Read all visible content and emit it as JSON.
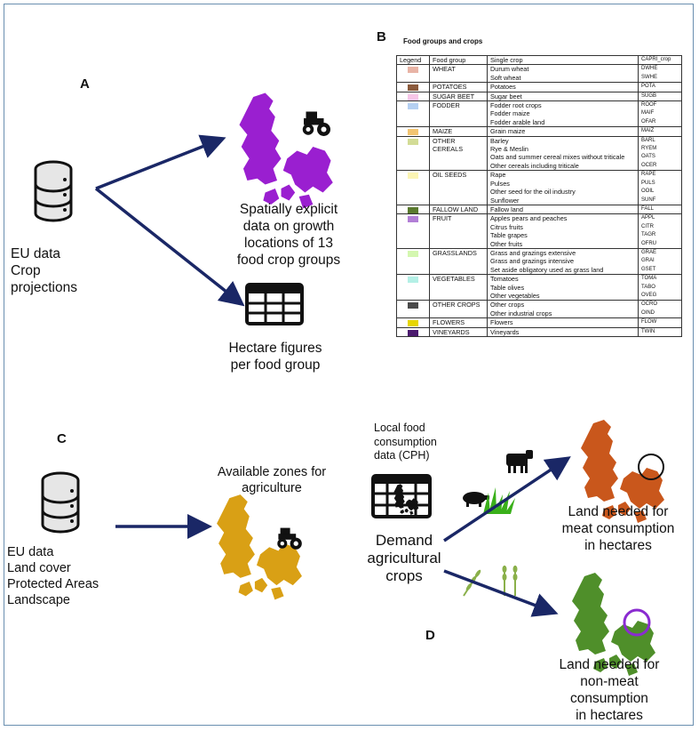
{
  "panels": {
    "a": "A",
    "b": "B",
    "c": "C",
    "d": "D"
  },
  "panel_a": {
    "eu_data_lines": [
      "EU data",
      "Crop",
      "projections"
    ],
    "spatial_lines": [
      "Spatially explicit",
      "data on growth",
      "locations of 13",
      "food crop groups"
    ],
    "hectare_lines": [
      "Hectare figures",
      "per food group"
    ]
  },
  "panel_b": {
    "title": "Food groups and crops",
    "headers": [
      "Legend",
      "Food group",
      "Single crop",
      "CAPRI_crop"
    ],
    "rows": [
      {
        "color": "#e8b4a6",
        "group": "WHEAT",
        "crops": [
          "Durum wheat",
          "Soft wheat"
        ],
        "codes": [
          "DWHE",
          "SWHE"
        ]
      },
      {
        "color": "#8b5a3c",
        "group": "POTATOES",
        "crops": [
          "Potatoes"
        ],
        "codes": [
          "POTA"
        ]
      },
      {
        "color": "#f7c6e8",
        "group": "SUGAR BEET",
        "crops": [
          "Sugar beet"
        ],
        "codes": [
          "SUGB"
        ]
      },
      {
        "color": "#b5d0f2",
        "group": "FODDER",
        "crops": [
          "Fodder root crops",
          "Fodder maize",
          "Fodder arable land"
        ],
        "codes": [
          "ROOF",
          "MAIF",
          "OFAR"
        ]
      },
      {
        "color": "#f2c572",
        "group": "MAIZE",
        "crops": [
          "Grain maize"
        ],
        "codes": [
          "MAIZ"
        ]
      },
      {
        "color": "#d3dc96",
        "group": "OTHER CEREALS",
        "crops": [
          "Barley",
          "Rye & Meslin",
          "Oats and summer cereal mixes without triticale",
          "Other cereals including triticale"
        ],
        "codes": [
          "BARL",
          "RYEM",
          "OATS",
          "OCER"
        ]
      },
      {
        "color": "#fbf5b4",
        "group": "OIL SEEDS",
        "crops": [
          "Rape",
          "Pulses",
          "Other seed for the oil industry",
          "Sunflower"
        ],
        "codes": [
          "RAPE",
          "PULS",
          "OOIL",
          "SUNF"
        ]
      },
      {
        "color": "#5a7a2e",
        "group": "FALLOW LAND",
        "crops": [
          "Fallow land"
        ],
        "codes": [
          "FALL"
        ]
      },
      {
        "color": "#b27fd6",
        "group": "FRUIT",
        "crops": [
          "Apples  pears and peaches",
          "Citrus fruits",
          "Table grapes",
          "Other fruits"
        ],
        "codes": [
          "APPL",
          "CITR",
          "TAGR",
          "OFRU"
        ]
      },
      {
        "color": "#d4f7b0",
        "group": "GRASSLANDS",
        "crops": [
          "Grass and grazings extensive",
          "Grass and grazings intensive",
          "Set aside obligatory used as grass land"
        ],
        "codes": [
          "GRAE",
          "GRAI",
          "GSET"
        ]
      },
      {
        "color": "#b4f0e6",
        "group": "VEGETABLES",
        "crops": [
          "Tomatoes",
          "Table olives",
          "Other vegetables"
        ],
        "codes": [
          "TOMA",
          "TABO",
          "OVEG"
        ]
      },
      {
        "color": "#4a4a4a",
        "group": "OTHER CROPS",
        "crops": [
          "Other crops",
          "Other industrial crops"
        ],
        "codes": [
          "OCRO",
          "OIND"
        ]
      },
      {
        "color": "#e6d600",
        "group": "FLOWERS",
        "crops": [
          "Flowers"
        ],
        "codes": [
          "FLOW"
        ]
      },
      {
        "color": "#4b1a6e",
        "group": "VINEYARDS",
        "crops": [
          "Vineyards"
        ],
        "codes": [
          "TWIN"
        ]
      }
    ]
  },
  "panel_c": {
    "eu_data_lines": [
      "EU data",
      "Land cover",
      "Protected Areas",
      "Landscape"
    ],
    "zones_lines": [
      "Available zones for",
      "agriculture"
    ]
  },
  "panel_d": {
    "local_lines": [
      "Local food",
      "consumption",
      "data (CPH)"
    ],
    "demand_lines": [
      "Demand",
      "agricultural",
      "crops"
    ],
    "meat_lines": [
      "Land needed for",
      "meat consumption",
      "in hectares"
    ],
    "nonmeat_lines": [
      "Land needed for",
      "non-meat",
      "consumption",
      "in hectares"
    ]
  },
  "colors": {
    "arrow": "#1a2766",
    "purple_map": "#9a1fd0",
    "gold_map": "#d9a015",
    "orange_map": "#c9571c",
    "green_map": "#4f8f2a",
    "database_fill": "#e6e6e6"
  },
  "icons": [
    "database-icon",
    "tractor-icon",
    "table-grid-icon",
    "denmark-map",
    "cow-icon",
    "pig-icon",
    "grass-icon",
    "wheat-icon"
  ]
}
